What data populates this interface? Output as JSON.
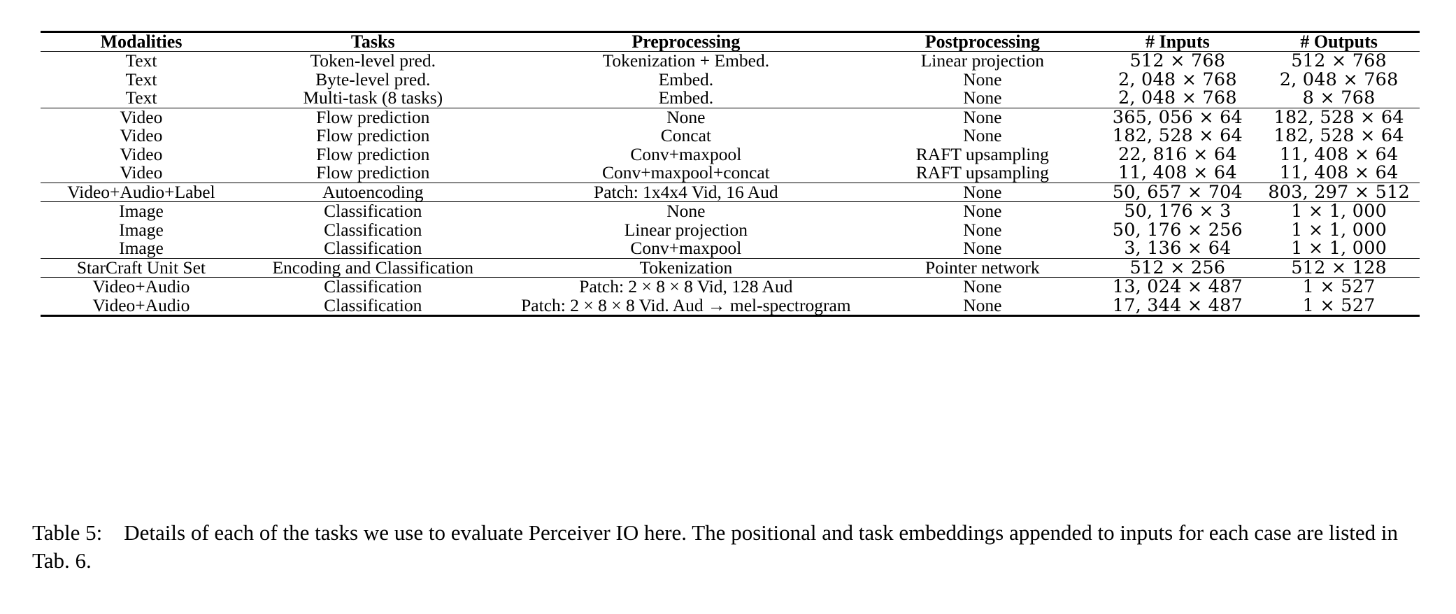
{
  "table": {
    "columns": [
      {
        "key": "modalities",
        "label": "Modalities"
      },
      {
        "key": "tasks",
        "label": "Tasks"
      },
      {
        "key": "preprocessing",
        "label": "Preprocessing"
      },
      {
        "key": "postprocessing",
        "label": "Postprocessing"
      },
      {
        "key": "inputs",
        "label": "# Inputs"
      },
      {
        "key": "outputs",
        "label": "# Outputs"
      }
    ],
    "groups": [
      {
        "rows": [
          {
            "modalities": "Text",
            "tasks": "Token-level pred.",
            "preprocessing": "Tokenization + Embed.",
            "postprocessing": "Linear projection",
            "inputs": "512 × 768",
            "outputs": "512 × 768"
          },
          {
            "modalities": "Text",
            "tasks": "Byte-level pred.",
            "preprocessing": "Embed.",
            "postprocessing": "None",
            "inputs": "2, 048 × 768",
            "outputs": "2, 048 × 768"
          },
          {
            "modalities": "Text",
            "tasks": "Multi-task (8 tasks)",
            "preprocessing": "Embed.",
            "postprocessing": "None",
            "inputs": "2, 048 × 768",
            "outputs": "8 × 768"
          }
        ]
      },
      {
        "rows": [
          {
            "modalities": "Video",
            "tasks": "Flow prediction",
            "preprocessing": "None",
            "postprocessing": "None",
            "inputs": "365, 056 × 64",
            "outputs": "182, 528 × 64"
          },
          {
            "modalities": "Video",
            "tasks": "Flow prediction",
            "preprocessing": "Concat",
            "postprocessing": "None",
            "inputs": "182, 528 × 64",
            "outputs": "182, 528 × 64"
          },
          {
            "modalities": "Video",
            "tasks": "Flow prediction",
            "preprocessing": "Conv+maxpool",
            "postprocessing": "RAFT upsampling",
            "inputs": "22, 816 × 64",
            "outputs": "11, 408 × 64"
          },
          {
            "modalities": "Video",
            "tasks": "Flow prediction",
            "preprocessing": "Conv+maxpool+concat",
            "postprocessing": "RAFT upsampling",
            "inputs": "11, 408 × 64",
            "outputs": "11, 408 × 64"
          }
        ]
      },
      {
        "rows": [
          {
            "modalities": "Video+Audio+Label",
            "tasks": "Autoencoding",
            "preprocessing": "Patch: 1x4x4 Vid, 16 Aud",
            "postprocessing": "None",
            "inputs": "50, 657 × 704",
            "outputs": "803, 297 × 512"
          }
        ]
      },
      {
        "rows": [
          {
            "modalities": "Image",
            "tasks": "Classification",
            "preprocessing": "None",
            "postprocessing": "None",
            "inputs": "50, 176 × 3",
            "outputs": "1 × 1, 000"
          },
          {
            "modalities": "Image",
            "tasks": "Classification",
            "preprocessing": "Linear projection",
            "postprocessing": "None",
            "inputs": "50, 176 × 256",
            "outputs": "1 × 1, 000"
          },
          {
            "modalities": "Image",
            "tasks": "Classification",
            "preprocessing": "Conv+maxpool",
            "postprocessing": "None",
            "inputs": "3, 136 × 64",
            "outputs": "1 × 1, 000"
          }
        ]
      },
      {
        "rows": [
          {
            "modalities": "StarCraft Unit Set",
            "tasks": "Encoding and Classification",
            "preprocessing": "Tokenization",
            "postprocessing": "Pointer network",
            "inputs": "512 × 256",
            "outputs": "512 × 128"
          }
        ]
      },
      {
        "rows": [
          {
            "modalities": "Video+Audio",
            "tasks": "Classification",
            "preprocessing": "Patch: 2 × 8 × 8 Vid, 128 Aud",
            "postprocessing": "None",
            "inputs": "13, 024 × 487",
            "outputs": "1 × 527"
          },
          {
            "modalities": "Video+Audio",
            "tasks": "Classification",
            "preprocessing": "Patch: 2 × 8 × 8 Vid. Aud → mel-spectrogram",
            "postprocessing": "None",
            "inputs": "17, 344 × 487",
            "outputs": "1 × 527"
          }
        ]
      }
    ]
  },
  "caption": {
    "label": "Table 5:",
    "text": "Details of each of the tasks we use to evaluate Perceiver IO here. The positional and task embeddings appended to inputs for each case are listed in Tab. 6."
  }
}
